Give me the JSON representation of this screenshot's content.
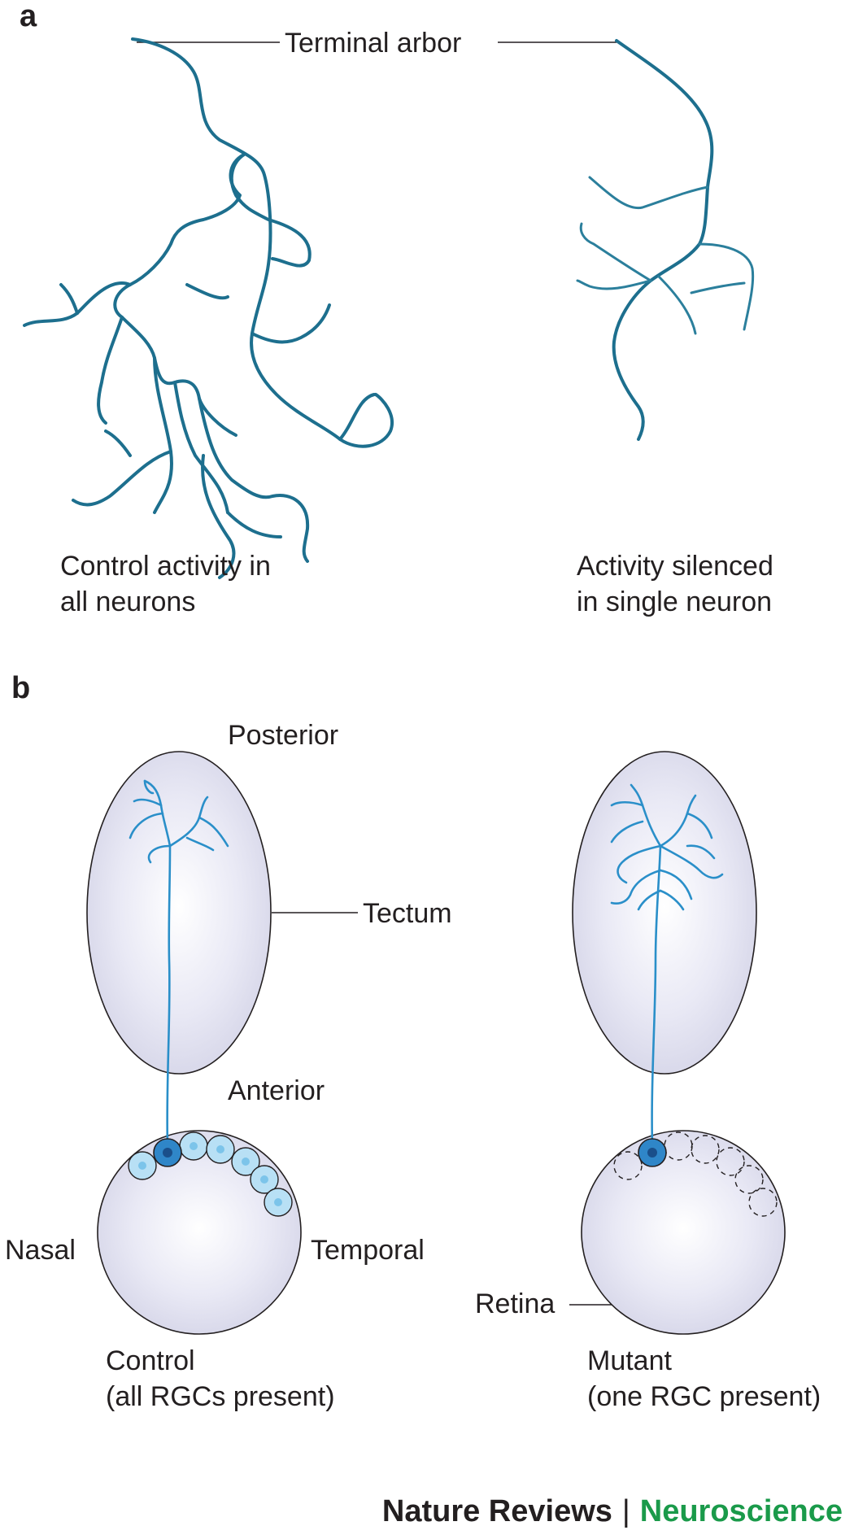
{
  "panels": {
    "a": "a",
    "b": "b"
  },
  "panel_a": {
    "terminal_arbor": "Terminal arbor",
    "left_caption": [
      "Control activity in",
      "all neurons"
    ],
    "right_caption": [
      "Activity silenced",
      "in single neuron"
    ]
  },
  "panel_b": {
    "posterior": "Posterior",
    "tectum": "Tectum",
    "anterior": "Anterior",
    "nasal": "Nasal",
    "temporal": "Temporal",
    "retina": "Retina",
    "control_caption": [
      "Control",
      "(all RGCs present)"
    ],
    "mutant_caption": [
      "Mutant",
      "(one RGC present)"
    ]
  },
  "footer": {
    "journal": "Nature Reviews",
    "separator": "|",
    "section": "Neuroscience"
  },
  "colors": {
    "arbor_stroke": "#1d6f8e",
    "rgc_axon": "#2a8fc9",
    "organ_fill": "#dcdcee",
    "rgc_cell_light": "#b8e0f5",
    "rgc_cell_dark": "#2f86c8",
    "brand_green": "#1a9a4a"
  }
}
